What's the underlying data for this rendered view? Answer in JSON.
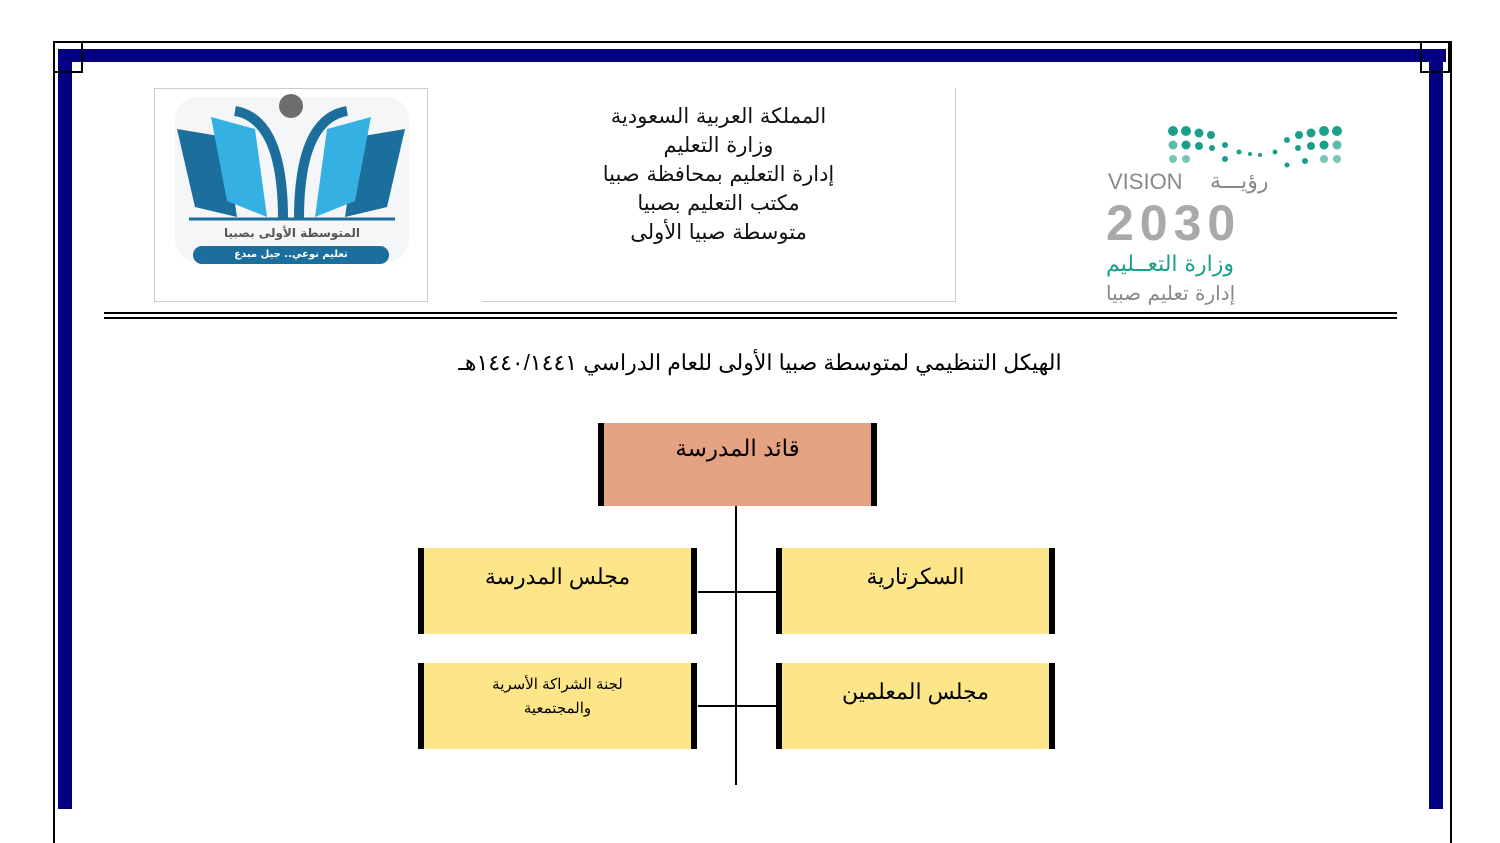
{
  "header": {
    "lines": [
      "المملكة العربية السعودية",
      "وزارة التعليم",
      "إدارة التعليم بمحافظة صبيا",
      "مكتب التعليم بصبيا",
      "متوسطة صبيا الأولى"
    ],
    "school_logo": {
      "name": "المتوسطة الأولى بصبيا",
      "slogan": "تعليم نوعي.. جيل مبدع"
    },
    "vision_logo": {
      "vision": "VISION",
      "vision_ar": "رؤيـــة",
      "year": "2030",
      "ministry": "وزارة التعــليم",
      "office": "إدارة تعليم صبيا"
    }
  },
  "title": "الهيكل التنظيمي لمتوسطة صبيا الأولى للعام الدراسي ١٤٤٠/١٤٤١هـ",
  "org_chart": {
    "leader": "قائد المدرسة",
    "units": [
      "السكرتارية",
      "مجلس المدرسة",
      "مجلس المعلمين",
      "لجنة الشراكة الأسرية والمجتمعية"
    ]
  },
  "colors": {
    "border": "#020080",
    "leader": "#e4a282",
    "unit": "#fde58a"
  }
}
